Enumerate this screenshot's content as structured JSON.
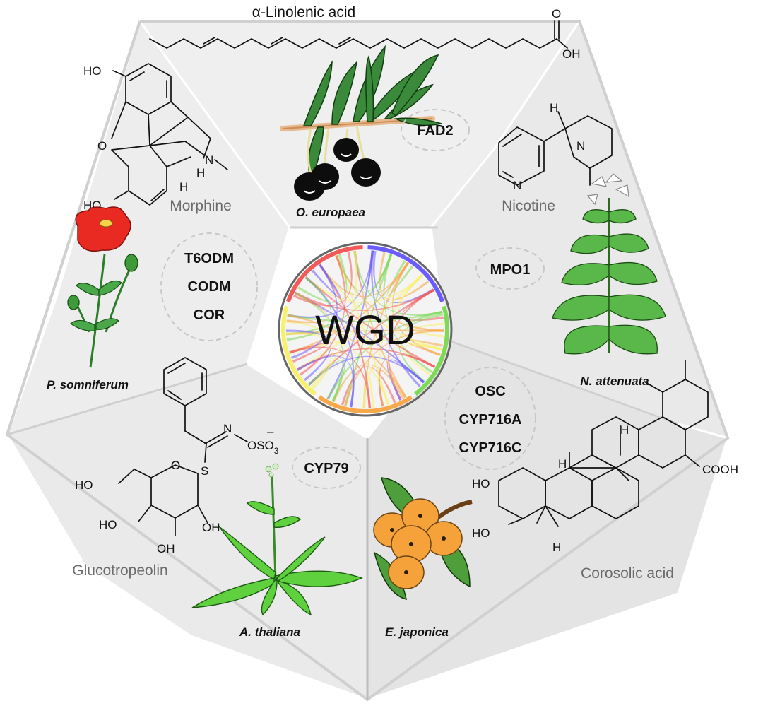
{
  "center_label": "WGD",
  "chord_colors": [
    "#6b5cff",
    "#7ed957",
    "#f7a84a",
    "#f7f06a",
    "#f25a5a"
  ],
  "segments": [
    {
      "compound": "α-Linolenic acid",
      "species": "O. europaea",
      "genes": [
        "FAD2"
      ]
    },
    {
      "compound": "Nicotine",
      "species": "N. attenuata",
      "genes": [
        "MPO1"
      ]
    },
    {
      "compound": "Corosolic acid",
      "species": "E. japonica",
      "genes": [
        "OSC",
        "CYP716A",
        "CYP716C"
      ]
    },
    {
      "compound": "Glucotropeolin",
      "species": "A. thaliana",
      "genes": [
        "CYP79"
      ]
    },
    {
      "compound": "Morphine",
      "species": "P. somniferum",
      "genes": [
        "T6ODM",
        "CODM",
        "COR"
      ]
    }
  ],
  "atoms": {
    "ho": "HO",
    "oh": "OH",
    "o": "O",
    "n": "N",
    "h": "H",
    "s": "S",
    "cooh": "COOH",
    "oso3": "OSO",
    "sub3": "3",
    "minus": "–"
  }
}
